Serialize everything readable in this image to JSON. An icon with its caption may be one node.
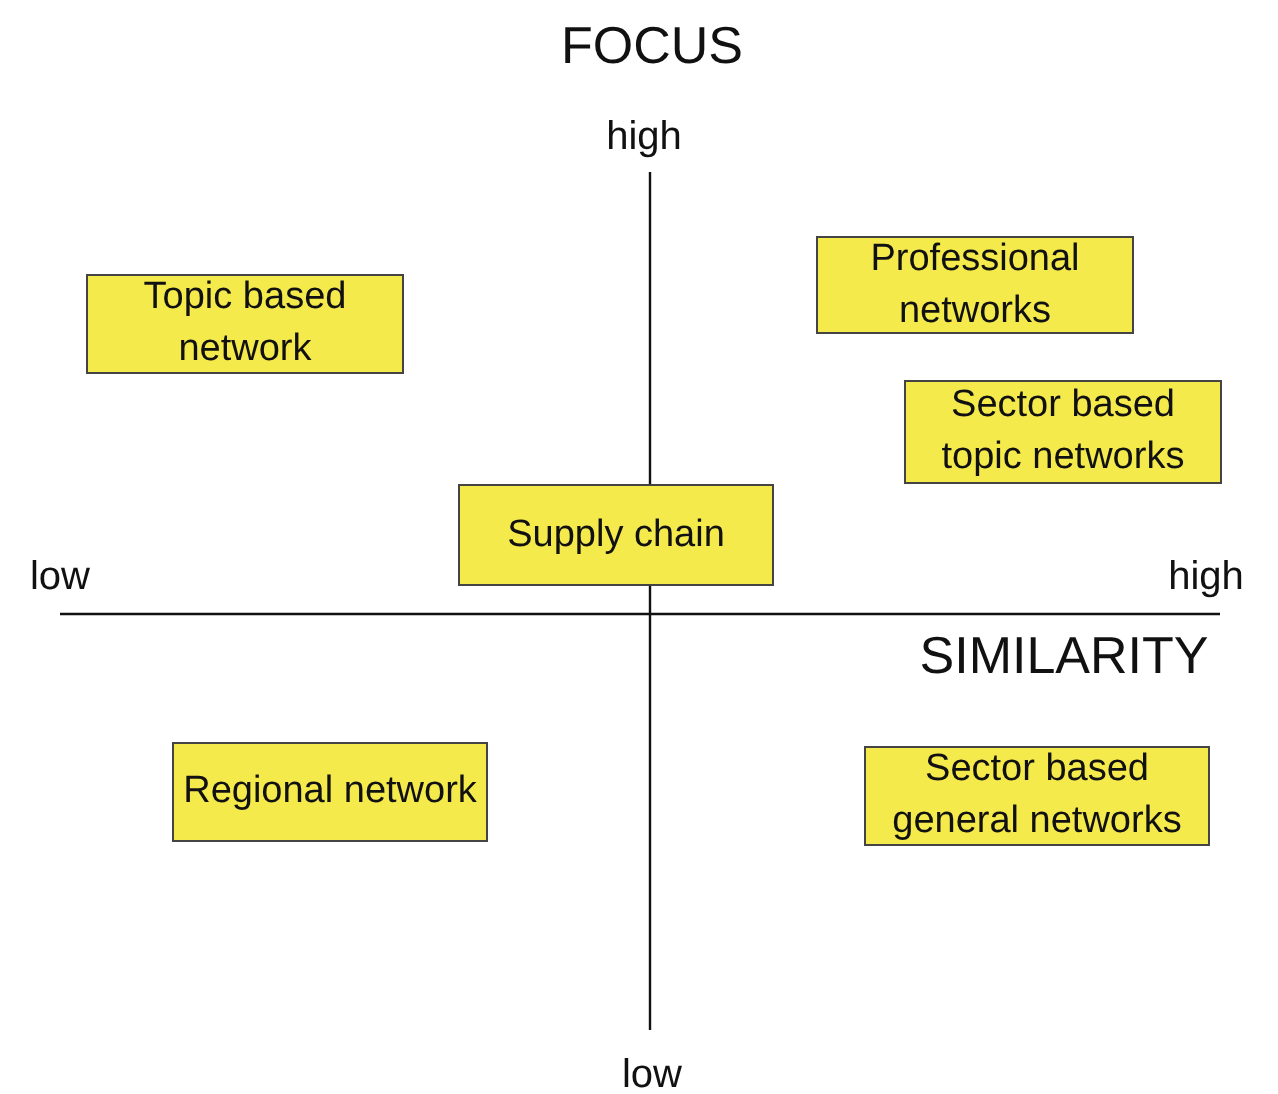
{
  "diagram": {
    "nodes": [
      {
        "text": [
          "Professional networks"
        ]
      },
      {
        "text": [
          "Topic based network"
        ]
      },
      {
        "text": [
          "Sector based topic networks"
        ]
      },
      {
        "text": [
          "Supply chain"
        ]
      },
      {
        "text": [
          "Regional network"
        ]
      },
      {
        "text": [
          "Sector based general networks"
        ]
      }
    ],
    "labels": [
      "FOCUS",
      "high",
      "low",
      "high",
      "SIMILARITY",
      "low"
    ]
  }
}
